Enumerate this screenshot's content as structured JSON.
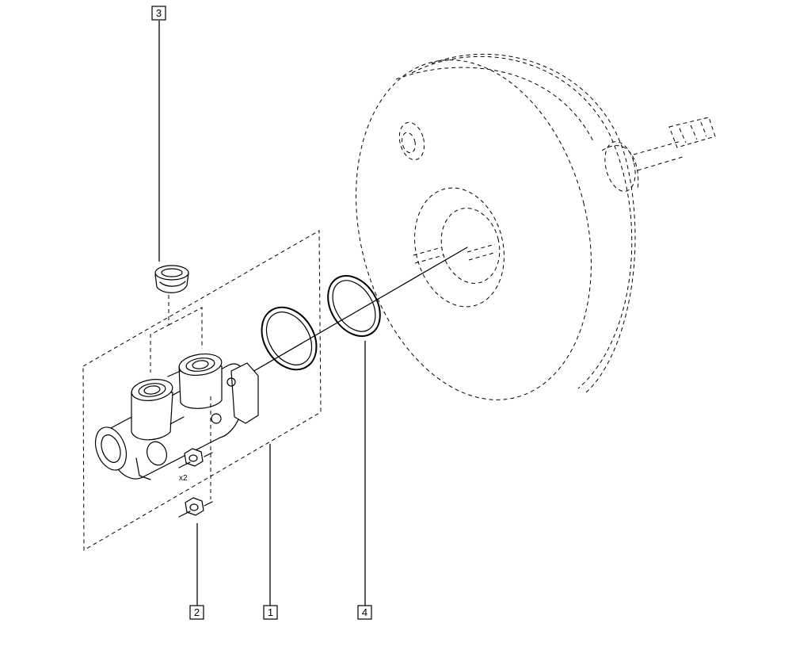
{
  "callouts": [
    {
      "id": "3",
      "label": "3"
    },
    {
      "id": "2",
      "label": "2"
    },
    {
      "id": "1",
      "label": "1"
    },
    {
      "id": "4",
      "label": "4"
    }
  ],
  "annotations": {
    "quantity": "x2"
  }
}
